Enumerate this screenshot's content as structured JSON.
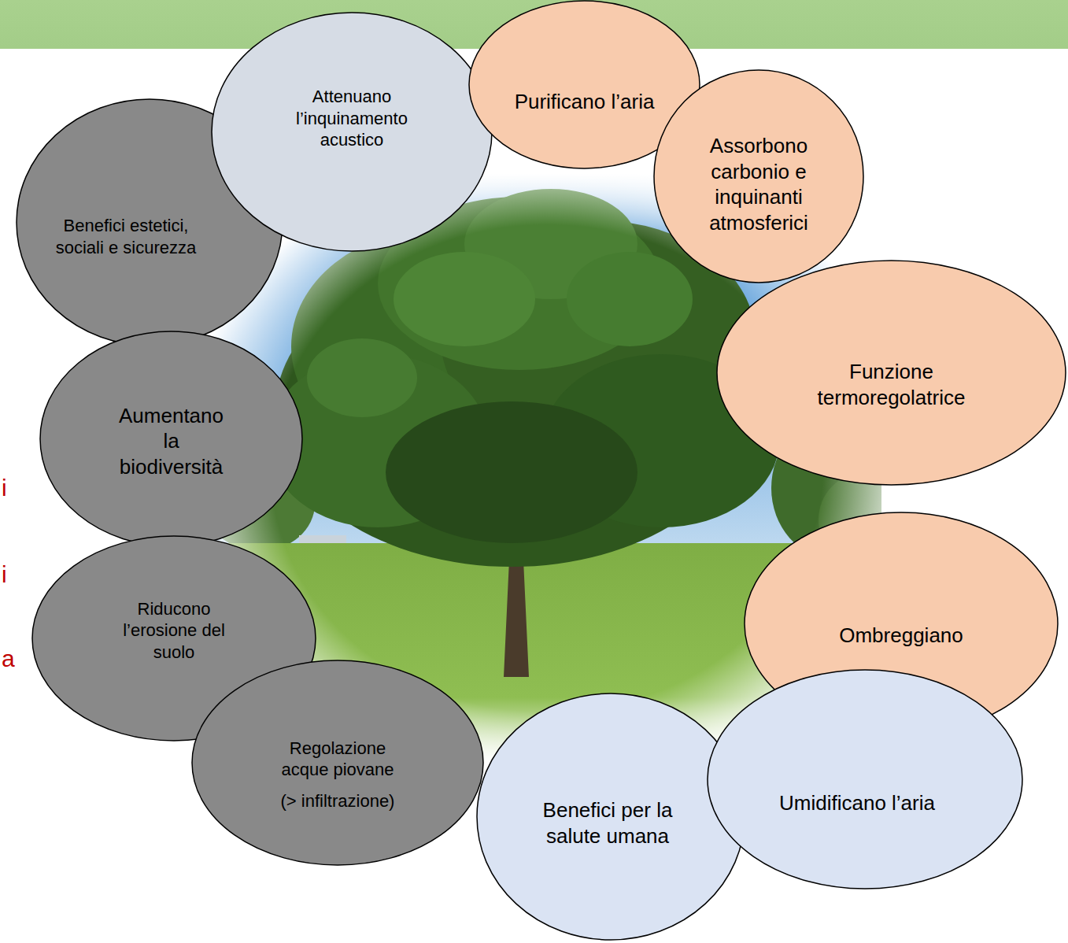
{
  "diagram": {
    "nodes": [
      {
        "text": [
          "Benefici estetici, sociali e sicurezza"
        ]
      },
      {
        "text": [
          "Attenuano l’inquinamento acustico"
        ]
      },
      {
        "text": [
          "Purificano l’aria"
        ]
      },
      {
        "text": [
          "Assorbono carbonio e inquinanti atmosferici"
        ]
      },
      {
        "text": [
          "Funzione termoregolatrice"
        ]
      },
      {
        "text": [
          "Ombreggiano"
        ]
      },
      {
        "text": [
          "Umidificano l’aria"
        ]
      },
      {
        "text": [
          "Benefici per la salute umana"
        ]
      },
      {
        "text": [
          "Regolazione acque piovane",
          "(> infiltrazione)"
        ]
      },
      {
        "text": [
          "Riducono l’erosione del suolo"
        ]
      },
      {
        "text": [
          "Aumentano la biodiversità"
        ]
      }
    ],
    "labels": [
      "i",
      "i",
      "a"
    ]
  }
}
